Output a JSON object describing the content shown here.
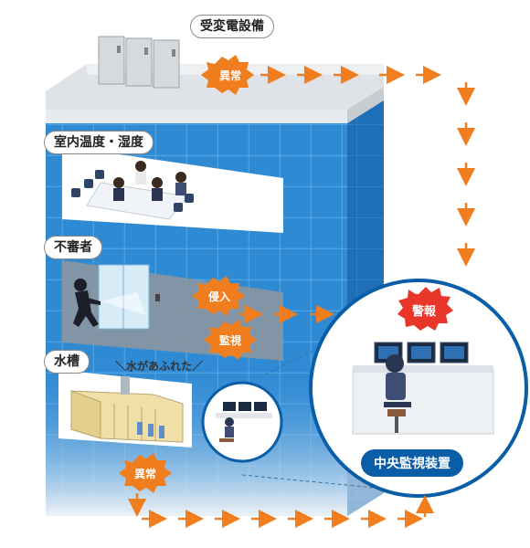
{
  "labels": {
    "power_equipment": "受変電設備",
    "room_temp": "室内温度・湿度",
    "intruder": "不審者",
    "water_tank": "水槽",
    "water_overflow": "水があふれた",
    "central_monitor": "中央監視装置"
  },
  "bursts": {
    "anomaly_top": "異常",
    "intrusion": "侵入",
    "monitoring": "監視",
    "anomaly_bottom": "異常",
    "alarm": "警報"
  },
  "colors": {
    "building_blue": "#2f8fd8",
    "building_blue_dark": "#1a6fb5",
    "accent_orange": "#f07d1e",
    "alarm_red": "#e8362a",
    "navy": "#0a5ea8"
  }
}
